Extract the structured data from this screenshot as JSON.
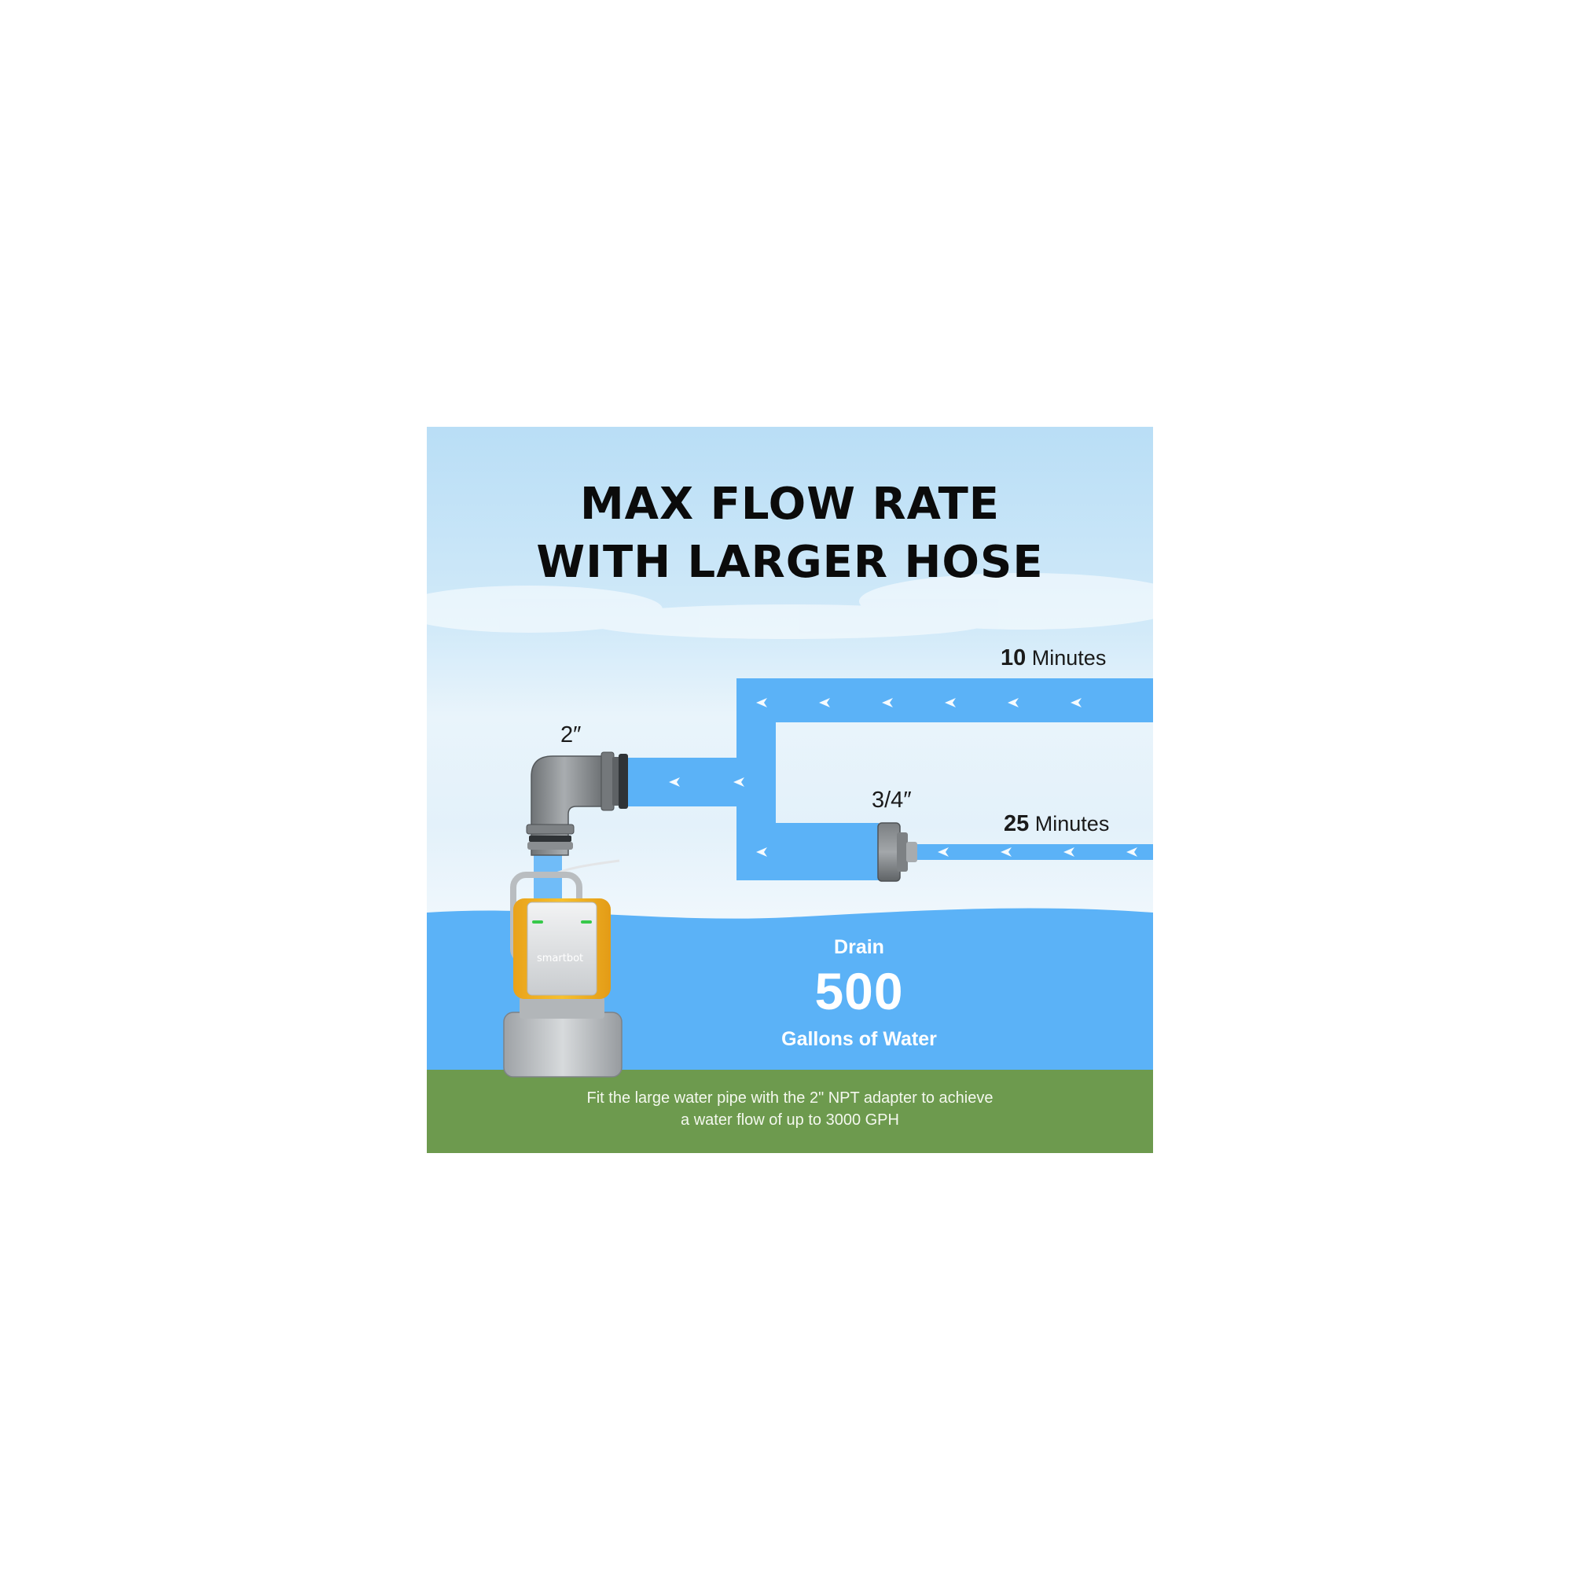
{
  "title": {
    "line1": "MAX FLOW RATE",
    "line2": "WITH LARGER HOSE"
  },
  "hoses": {
    "large": {
      "size": "2″",
      "time_value": "10",
      "time_unit": "Minutes"
    },
    "small": {
      "size": "3/4″",
      "time_value": "25",
      "time_unit": "Minutes"
    }
  },
  "stat": {
    "label": "Drain",
    "value": "500",
    "unit": "Gallons of Water"
  },
  "pump": {
    "brand": "smartbot"
  },
  "footer": {
    "line1": "Fit the large water pipe with the 2\" NPT adapter to achieve",
    "line2": "a water flow of up to 3000 GPH"
  },
  "colors": {
    "water": "#5bb2f7",
    "ground": "#6d9a4e",
    "pump_body": "#f1b323",
    "fitting": "#8c8c8c"
  }
}
